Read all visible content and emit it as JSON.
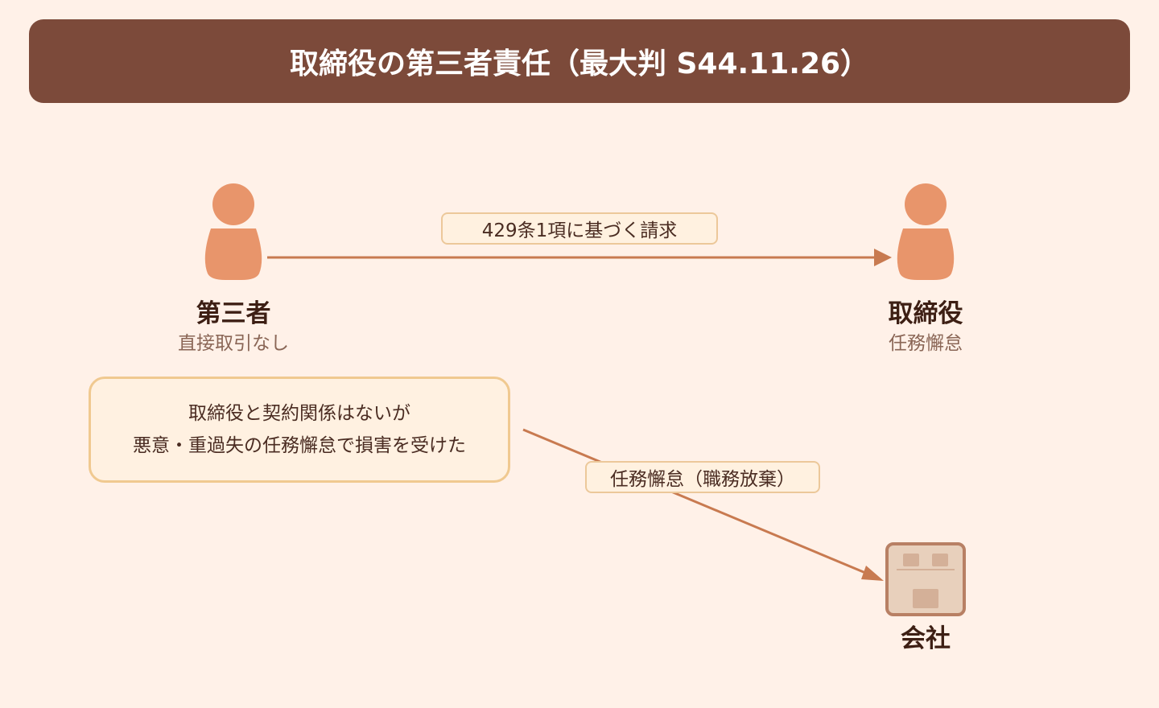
{
  "title": "取締役の第三者責任（最大判 S44.11.26）",
  "third_party": {
    "name": "第三者",
    "sub": "直接取引なし"
  },
  "director": {
    "name": "取締役",
    "sub": "任務懈怠"
  },
  "company": {
    "name": "会社"
  },
  "arrow_claim": "429条1項に基づく請求",
  "arrow_duty": "任務懈怠（職務放棄）",
  "note": [
    "取締役と契約関係はないが",
    "悪意・重過失の任務懈怠で損害を受けた"
  ],
  "colors": {
    "header": "#7c4a3a",
    "person": "#e8956b",
    "arrow": "#c87a50",
    "building": "#e8d0bc"
  }
}
